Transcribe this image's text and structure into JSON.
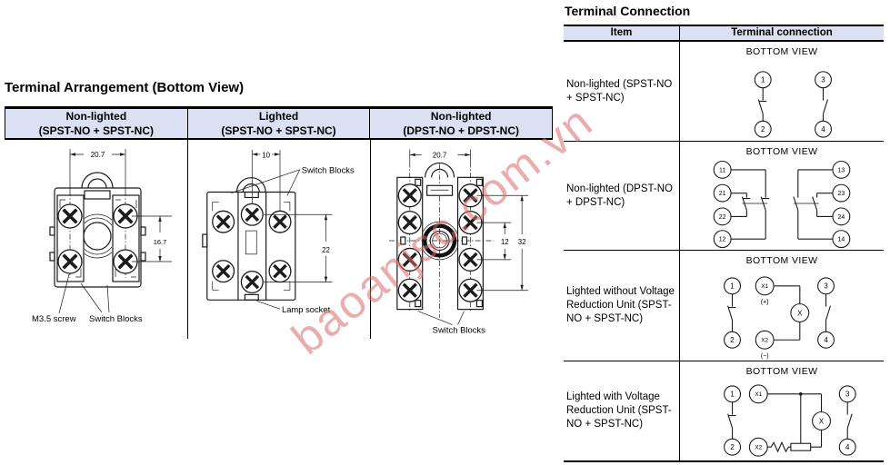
{
  "watermark": {
    "text": "baoanjsc.com.vn"
  },
  "arrangement": {
    "title": "Terminal Arrangement (Bottom View)",
    "headers": [
      {
        "line1": "Non-lighted",
        "line2": "(SPST-NO + SPST-NC)"
      },
      {
        "line1": "Lighted",
        "line2": "(SPST-NO + SPST-NC)"
      },
      {
        "line1": "Non-lighted",
        "line2": "(DPST-NO + DPST-NC)"
      }
    ],
    "d1": {
      "dim_width": "20.7",
      "dim_height": "16.7",
      "screw_label": "M3.5 screw",
      "blocks_label": "Switch Blocks"
    },
    "d2": {
      "dim_width": "10",
      "dim_height": "22",
      "blocks_label": "Switch Blocks",
      "lamp_label": "Lamp socket"
    },
    "d3": {
      "dim_width": "20.7",
      "dim_inner": "12",
      "dim_outer": "32",
      "blocks_label": "Switch Blocks"
    }
  },
  "connection": {
    "title": "Terminal Connection",
    "col_item": "Item",
    "col_terminal": "Terminal connection",
    "rows": [
      {
        "item": "Non-lighted (SPST-NO + SPST-NC)",
        "view": "BOTTOM VIEW",
        "t": {
          "a": "1",
          "b": "2",
          "c": "3",
          "d": "4"
        }
      },
      {
        "item": "Non-lighted (DPST-NO + DPST-NC)",
        "view": "BOTTOM VIEW",
        "t": {
          "a": "11",
          "b": "21",
          "c": "22",
          "d": "12",
          "e": "13",
          "f": "23",
          "g": "24",
          "h": "14"
        }
      },
      {
        "item": "Lighted without Voltage Reduction Unit (SPST-NO + SPST-NC)",
        "view": "BOTTOM VIEW",
        "t": {
          "a": "1",
          "b": "2",
          "c": "3",
          "d": "4",
          "x1": "X1",
          "x2": "X2",
          "plus": "(+)",
          "minus": "(−)",
          "lamp": "X"
        }
      },
      {
        "item": "Lighted with Voltage Reduction Unit (SPST-NO + SPST-NC)",
        "view": "BOTTOM VIEW",
        "t": {
          "a": "1",
          "b": "2",
          "c": "3",
          "d": "4",
          "x1": "X1",
          "x2": "X2",
          "lamp": "X"
        }
      }
    ]
  },
  "colors": {
    "header_bg": "#dbe1f2",
    "line": "#1a1a1a",
    "watermark": "#d96a6a"
  }
}
